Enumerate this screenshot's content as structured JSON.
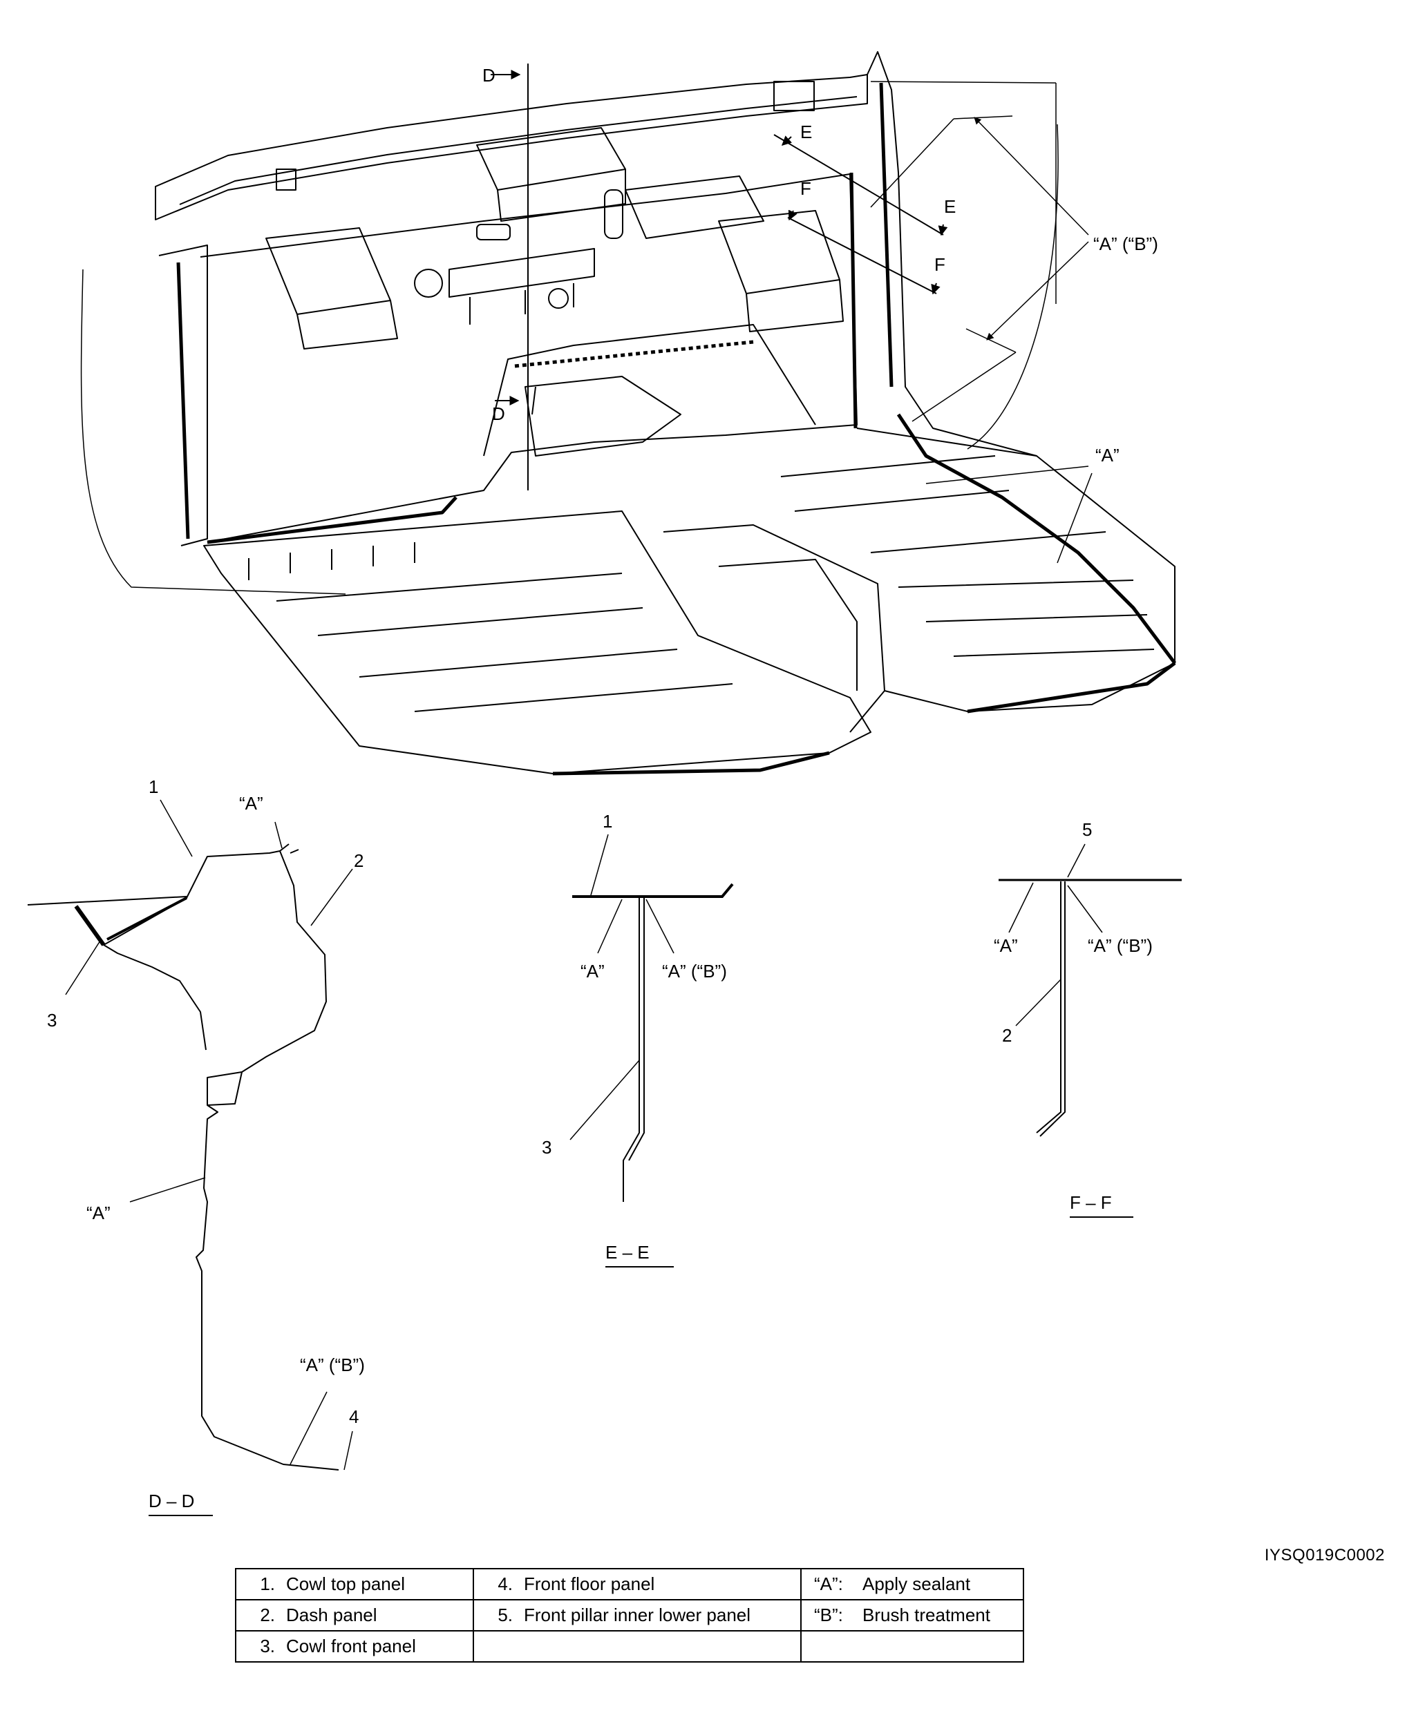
{
  "section_marks": {
    "d": "D",
    "e": "E",
    "f": "F"
  },
  "callouts": {
    "a": "“A”",
    "ab": "“A” (“B”)",
    "n1": "1",
    "n2": "2",
    "n3": "3",
    "n4": "4",
    "n5": "5"
  },
  "section_titles": {
    "dd": "D – D",
    "ee": "E – E",
    "ff": "F – F"
  },
  "figure_code": "IYSQ019C0002",
  "legend": {
    "rows": [
      [
        {
          "num": "1.",
          "text": "Cowl top panel"
        },
        {
          "num": "4.",
          "text": "Front floor panel"
        },
        {
          "key": "“A”:",
          "text": "Apply sealant"
        }
      ],
      [
        {
          "num": "2.",
          "text": "Dash panel"
        },
        {
          "num": "5.",
          "text": "Front pillar inner lower panel"
        },
        {
          "key": "“B”:",
          "text": "Brush treatment"
        }
      ],
      [
        {
          "num": "3.",
          "text": "Cowl front panel"
        },
        {
          "num": "",
          "text": ""
        },
        {
          "key": "",
          "text": ""
        }
      ]
    ]
  }
}
